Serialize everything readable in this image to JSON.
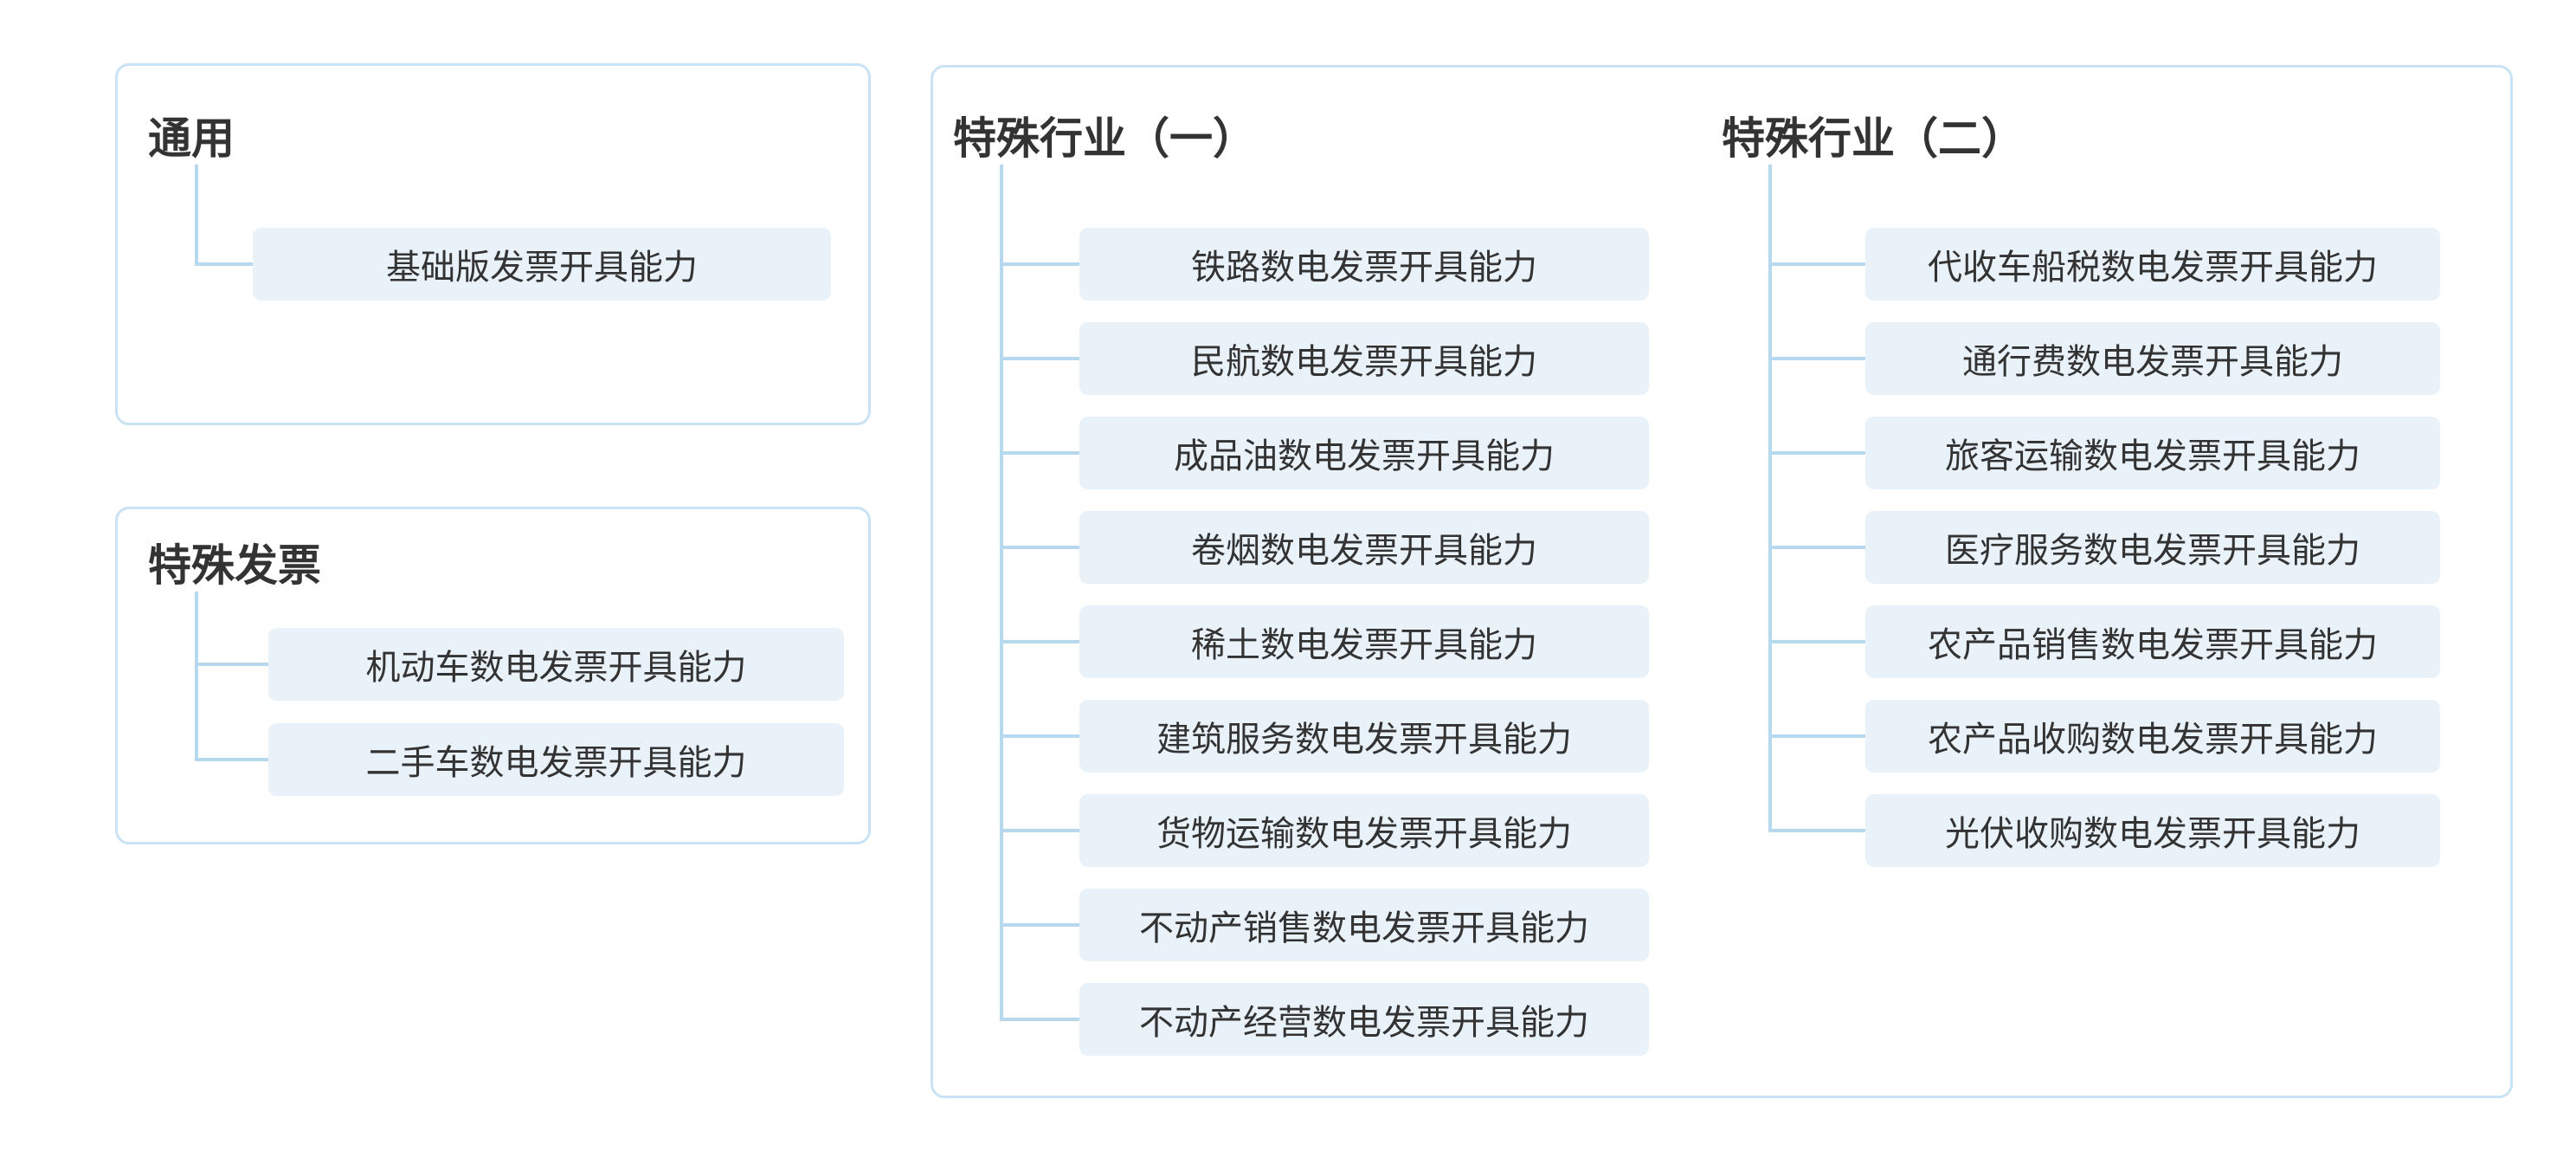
{
  "palette": {
    "box_border": "#c9e3f5",
    "pill_bg": "#e9f1f9",
    "connector": "#b7d9ef",
    "text": "#333333"
  },
  "groups": [
    {
      "id": "general",
      "title": "通用",
      "items": [
        "基础版发票开具能力"
      ]
    },
    {
      "id": "special-invoice",
      "title": "特殊发票",
      "items": [
        "机动车数电发票开具能力",
        "二手车数电发票开具能力"
      ]
    },
    {
      "id": "special-industry-1",
      "title": "特殊行业（一）",
      "items": [
        "铁路数电发票开具能力",
        "民航数电发票开具能力",
        "成品油数电发票开具能力",
        "卷烟数电发票开具能力",
        "稀土数电发票开具能力",
        "建筑服务数电发票开具能力",
        "货物运输数电发票开具能力",
        "不动产销售数电发票开具能力",
        "不动产经营数电发票开具能力"
      ]
    },
    {
      "id": "special-industry-2",
      "title": "特殊行业（二）",
      "items": [
        "代收车船税数电发票开具能力",
        "通行费数电发票开具能力",
        "旅客运输数电发票开具能力",
        "医疗服务数电发票开具能力",
        "农产品销售数电发票开具能力",
        "农产品收购数电发票开具能力",
        "光伏收购数电发票开具能力"
      ]
    }
  ]
}
